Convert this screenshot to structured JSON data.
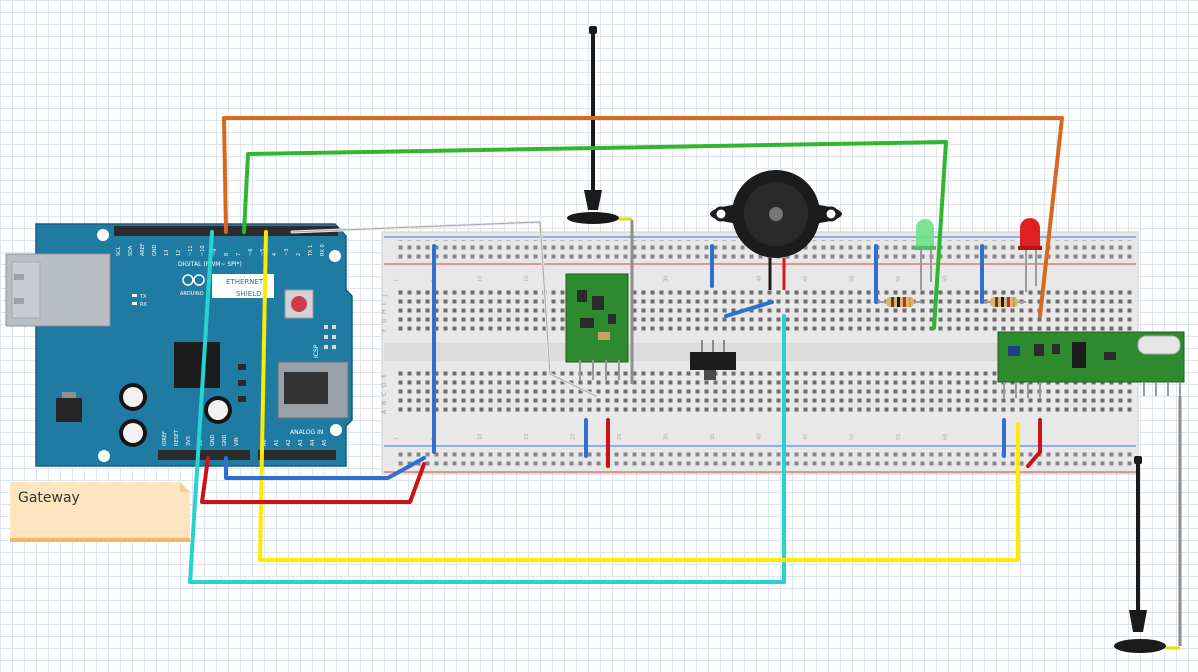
{
  "note": {
    "text": "Gateway"
  },
  "arduino": {
    "logo_text": "ARDUINO",
    "shield_line1": "ETHERNET",
    "shield_line2": "SHIELD",
    "digital_label": "DIGITAL (PWM~ SPI*)",
    "icsp_label": "ICSP",
    "analog_label": "ANALOG IN",
    "power_pins": [
      "IOREF",
      "RESET",
      "3V3",
      "5V",
      "GND",
      "GND",
      "VIN"
    ],
    "analog_pins": [
      "A0",
      "A1",
      "A2",
      "A3",
      "A4",
      "A5"
    ],
    "top_pins": [
      "SCL",
      "SDA",
      "AREF",
      "GND",
      "13",
      "12",
      "~11",
      "~10",
      "~9",
      "8",
      "7",
      "~6",
      "~5",
      "4",
      "~3",
      "2",
      "TX 1",
      "RX 0"
    ],
    "led_tx": "TX",
    "led_rx": "RX"
  },
  "breadboard": {
    "row_letters_top": [
      "J",
      "I",
      "H",
      "G",
      "F"
    ],
    "row_letters_bottom": [
      "E",
      "D",
      "C",
      "B",
      "A"
    ],
    "column_numbers": [
      "1",
      "5",
      "10",
      "15",
      "20",
      "25",
      "30",
      "35",
      "40",
      "45",
      "50",
      "55",
      "60"
    ]
  },
  "colors": {
    "orange_wire": "#d9681f",
    "green_wire": "#2fb82f",
    "white_wire": "#e8e8e8",
    "cyan_wire": "#26d3d3",
    "yellow_wire": "#ffea00",
    "blue_wire": "#2f6fd0",
    "red_wire": "#c81414",
    "arduino_board": "#1f7ba1",
    "module_pcb": "#2e8a2e"
  }
}
